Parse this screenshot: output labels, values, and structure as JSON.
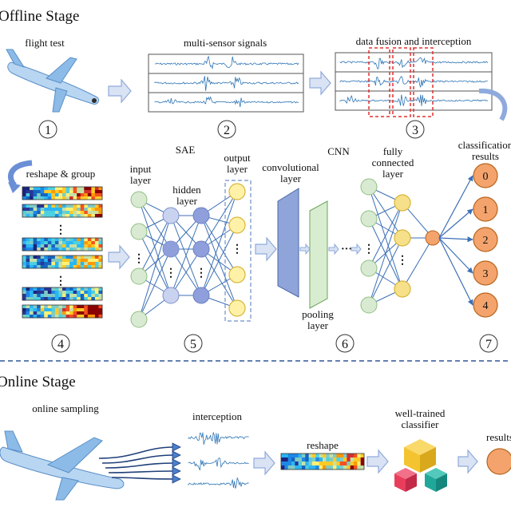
{
  "offline": {
    "title": "Offline Stage",
    "flight_test": "flight test",
    "signals_title": "multi-sensor signals",
    "fusion_title": "data fusion and interception",
    "reshape_group": "reshape & group",
    "sae": "SAE",
    "input_layer": [
      "input",
      "layer"
    ],
    "hidden_layer": [
      "hidden",
      "layer"
    ],
    "output_layer": [
      "output",
      "layer"
    ],
    "cnn": "CNN",
    "conv_layer": [
      "convolutional",
      "layer"
    ],
    "pooling_layer": [
      "pooling",
      "layer"
    ],
    "fc_layer": [
      "fully",
      "connected",
      "layer"
    ],
    "classification": [
      "classification",
      "results"
    ],
    "classes": [
      "0",
      "1",
      "2",
      "3",
      "4"
    ],
    "steps": [
      "1",
      "2",
      "3",
      "4",
      "5",
      "6",
      "7"
    ],
    "ellipsis_v": "⋮",
    "ellipsis_h": "···"
  },
  "online": {
    "title": "Online Stage",
    "online_sampling": "online sampling",
    "interception": "interception",
    "reshape": "reshape",
    "classifier": [
      "well-trained",
      "classifier"
    ],
    "results": "results"
  },
  "colors": {
    "divider": "#2f5597",
    "arrow_fill": "#dae3f3",
    "arrow_stroke": "#8faadc",
    "signal": "#2e75b6",
    "highlight": "#e03030",
    "input_node": "#d9ead3",
    "hidden_node": "#c9d3ef",
    "hidden_node_dark": "#8e9fdc",
    "output_node": "#fff2a8",
    "fc_output": "#f7e08a",
    "class_node": "#f4a36c",
    "conv": "#8fa5d9",
    "pooling": "#d8edd0",
    "cube_yellow": "#f4c430",
    "cube_red": "#e83e5c",
    "cube_teal": "#1fa89a"
  }
}
